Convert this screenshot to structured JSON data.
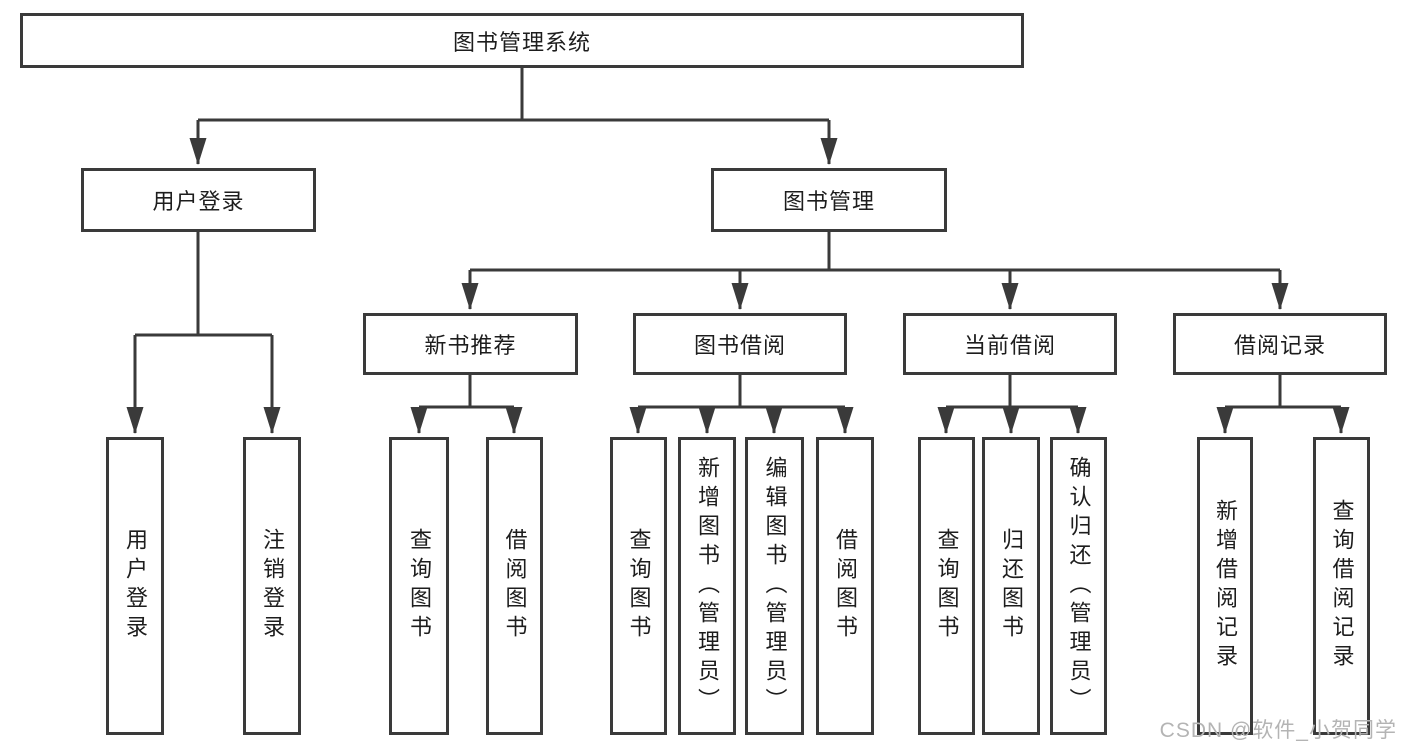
{
  "diagram": {
    "type": "hierarchy",
    "tree": {
      "label": "图书管理系统",
      "children": [
        {
          "label": "用户登录",
          "children": [
            {
              "label": "用户登录"
            },
            {
              "label": "注销登录"
            }
          ]
        },
        {
          "label": "图书管理",
          "children": [
            {
              "label": "新书推荐",
              "children": [
                {
                  "label": "查询图书"
                },
                {
                  "label": "借阅图书"
                }
              ]
            },
            {
              "label": "图书借阅",
              "children": [
                {
                  "label": "查询图书"
                },
                {
                  "label": "新增图书（管理员）"
                },
                {
                  "label": "编辑图书（管理员）"
                },
                {
                  "label": "借阅图书"
                }
              ]
            },
            {
              "label": "当前借阅",
              "children": [
                {
                  "label": "查询图书"
                },
                {
                  "label": "归还图书"
                },
                {
                  "label": "确认归还（管理员）"
                }
              ]
            },
            {
              "label": "借阅记录",
              "children": [
                {
                  "label": "新增借阅记录"
                },
                {
                  "label": "查询借阅记录"
                }
              ]
            }
          ]
        }
      ]
    },
    "colors": {
      "line": "#3a3a3a",
      "text": "#1d1d1d",
      "background": "#ffffff",
      "watermark": "#b4b4b4"
    }
  },
  "watermark": {
    "text": "CSDN @软件_小贺同学"
  }
}
